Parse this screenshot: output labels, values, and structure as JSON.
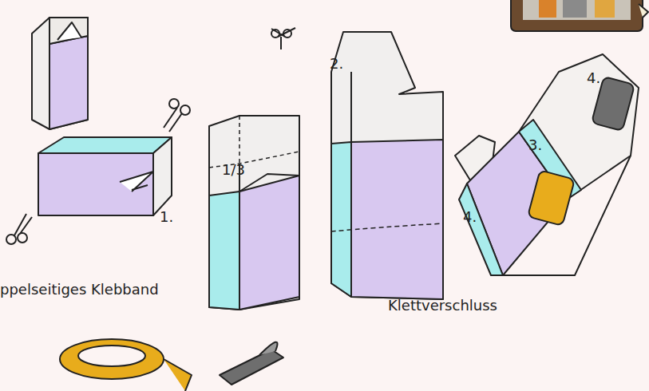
{
  "diagram": {
    "labels": [
      "2.",
      "4.",
      "3.",
      "1/3",
      "1.",
      "4.",
      "ppelseitiges Klebband",
      "Klettverschluss"
    ]
  }
}
